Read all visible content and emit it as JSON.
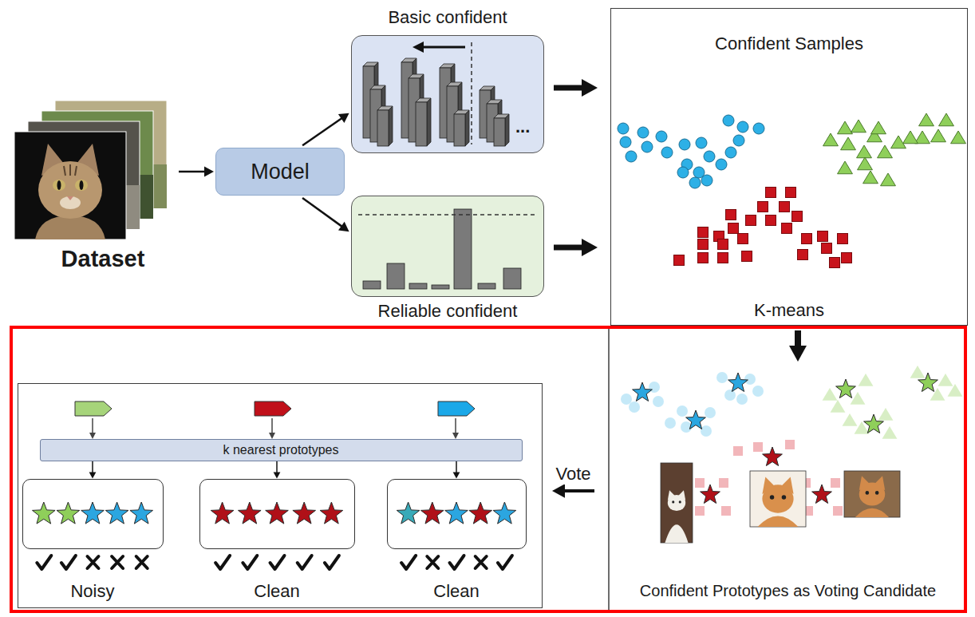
{
  "diagram": {
    "nodes": [
      {
        "text": [
          "Dataset"
        ]
      },
      {
        "text": [
          "Model"
        ]
      },
      {
        "text": [
          "Basic confident"
        ]
      },
      {
        "text": [
          "Reliable confident"
        ]
      },
      {
        "text": [
          "Confident Samples",
          "K-means"
        ]
      },
      {
        "text": [
          "Confident Prototypes as Voting Candidate"
        ]
      },
      {
        "text": []
      },
      {
        "text": [
          "k nearest prototypes"
        ],
        "in": 6
      },
      {
        "text": [
          "Noisy"
        ],
        "in": 6
      },
      {
        "text": [
          "Clean"
        ],
        "in": 6
      },
      {
        "text": [
          "Clean"
        ],
        "in": 6
      }
    ],
    "edges": [
      {
        "from": 0,
        "to": 1,
        "arrow": "to"
      },
      {
        "from": 1,
        "to": 2,
        "arrow": "to"
      },
      {
        "from": 1,
        "to": 3,
        "arrow": "to"
      },
      {
        "from": 2,
        "to": 4,
        "arrow": "to"
      },
      {
        "from": 3,
        "to": 4,
        "arrow": "to"
      },
      {
        "from": 4,
        "to": 5,
        "arrow": "to"
      },
      {
        "from": 5,
        "to": 6,
        "label": "Vote",
        "arrow": "to"
      },
      {
        "from": 7,
        "to": 8,
        "arrow": "to"
      },
      {
        "from": 7,
        "to": 9,
        "arrow": "to"
      },
      {
        "from": 7,
        "to": 10,
        "arrow": "to"
      }
    ],
    "labels": [
      "..."
    ]
  }
}
